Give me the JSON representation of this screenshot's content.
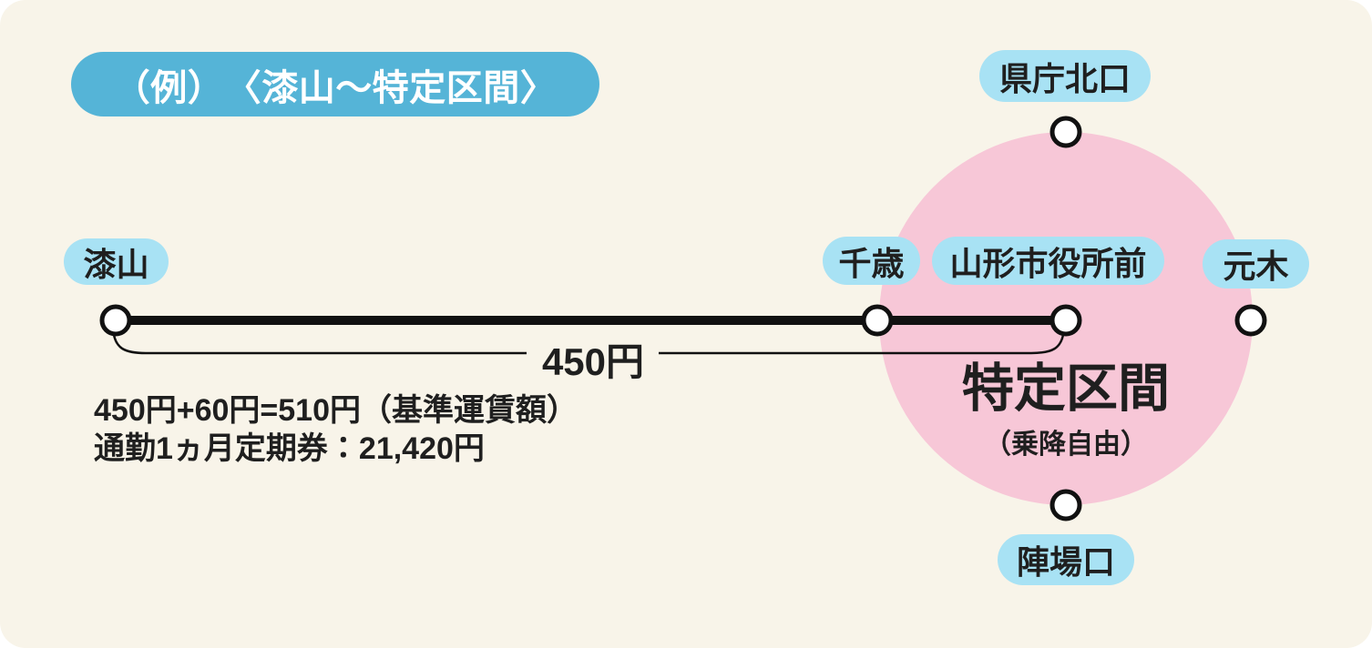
{
  "title": {
    "label": "（例）　〈漆山～特定区間〉"
  },
  "colors": {
    "page_bg": "#F8F4E9",
    "title_pill_bg": "#55B4D7",
    "title_text": "#FFFFFF",
    "station_pill_bg": "#A8E2F4",
    "zone_circle_bg": "#F7C7D7",
    "line_color": "#111111",
    "text_color": "#1F1F1F"
  },
  "route": {
    "stations": [
      {
        "id": "urushiyama",
        "name": "漆山"
      },
      {
        "id": "chitose",
        "name": "千歳"
      },
      {
        "id": "yamagata-shiyakushomae",
        "name": "山形市役所前"
      },
      {
        "id": "motoki",
        "name": "元木"
      }
    ],
    "branch_stations": [
      {
        "id": "kencho-kitaguchi",
        "name": "県庁北口"
      },
      {
        "id": "jinbaguchi",
        "name": "陣場口"
      }
    ]
  },
  "zone": {
    "name": "特定区間",
    "note": "（乗降自由）"
  },
  "fare": {
    "segment_label": "450円",
    "calc": "450円+60円=510円（基準運賃額）",
    "commuter_pass": "通勤1ヵ月定期券：21,420円"
  }
}
